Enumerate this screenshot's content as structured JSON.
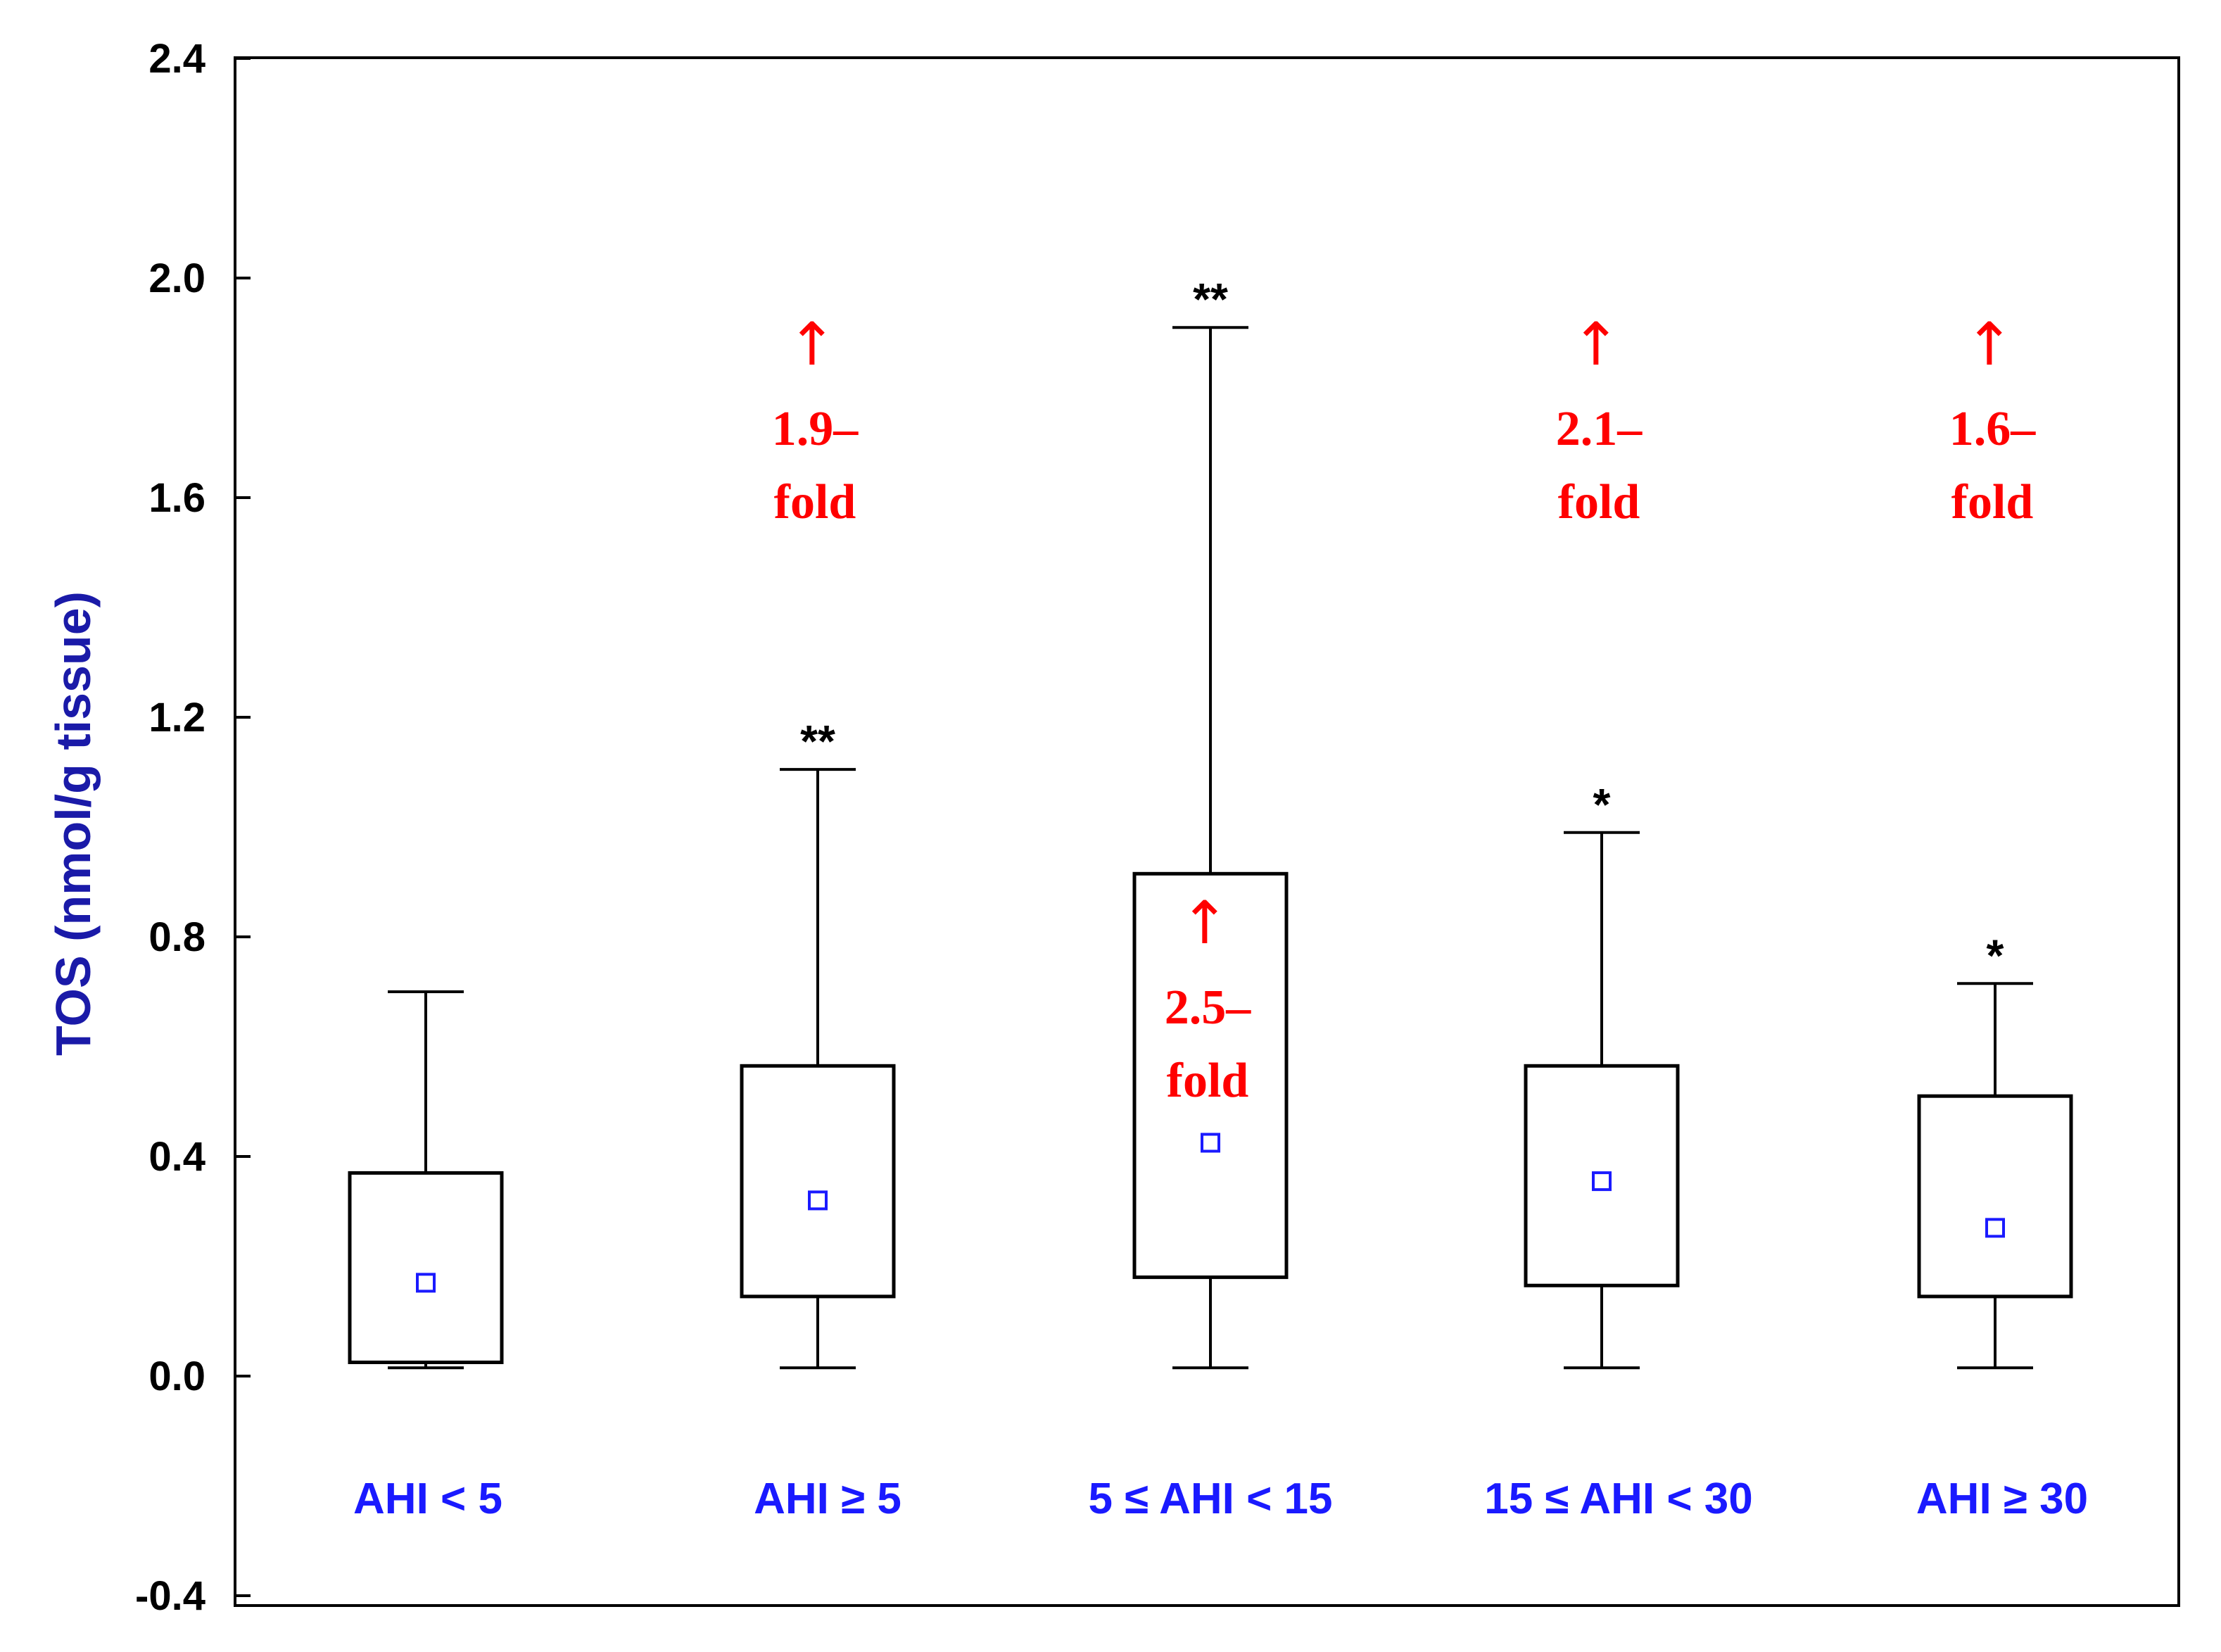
{
  "chart_data": {
    "type": "box",
    "title": "",
    "xlabel": "",
    "ylabel": "TOS (nmol/g tissue)",
    "ylim": [
      -0.4,
      2.4
    ],
    "yticks": [
      "-0.4",
      "0.0",
      "0.4",
      "0.8",
      "1.2",
      "1.6",
      "2.0",
      "2.4"
    ],
    "ytick_values": [
      -0.4,
      0.0,
      0.4,
      0.8,
      1.2,
      1.6,
      2.0,
      2.4
    ],
    "grid": false,
    "colors": {
      "axis": "#000000",
      "category": "#1a1aff",
      "mean": "#1a1aff",
      "annotation": "#ff0000",
      "ylabel": "#1a1aa8"
    },
    "groups": [
      {
        "label": "AHI < 5",
        "min": 0.015,
        "q1": 0.025,
        "q3": 0.37,
        "max": 0.7,
        "mean": 0.17,
        "sig": "",
        "fold": []
      },
      {
        "label": "AHI ≥ 5",
        "min": 0.015,
        "q1": 0.145,
        "q3": 0.565,
        "max": 1.105,
        "mean": 0.32,
        "sig": "**",
        "fold": [
          "↑",
          "1.9–",
          "fold"
        ]
      },
      {
        "label": "5 ≤ AHI < 15",
        "min": 0.015,
        "q1": 0.18,
        "q3": 0.915,
        "max": 1.91,
        "mean": 0.425,
        "sig": "**",
        "fold": [
          "↑",
          "2.5–",
          "fold"
        ]
      },
      {
        "label": "15 ≤ AHI < 30",
        "min": 0.015,
        "q1": 0.165,
        "q3": 0.565,
        "max": 0.99,
        "mean": 0.355,
        "sig": "*",
        "fold": [
          "↑",
          "2.1–",
          "fold"
        ]
      },
      {
        "label": "AHI ≥ 30",
        "min": 0.015,
        "q1": 0.145,
        "q3": 0.51,
        "max": 0.715,
        "mean": 0.27,
        "sig": "*",
        "fold": [
          "↑",
          "1.6–",
          "fold"
        ]
      }
    ]
  }
}
